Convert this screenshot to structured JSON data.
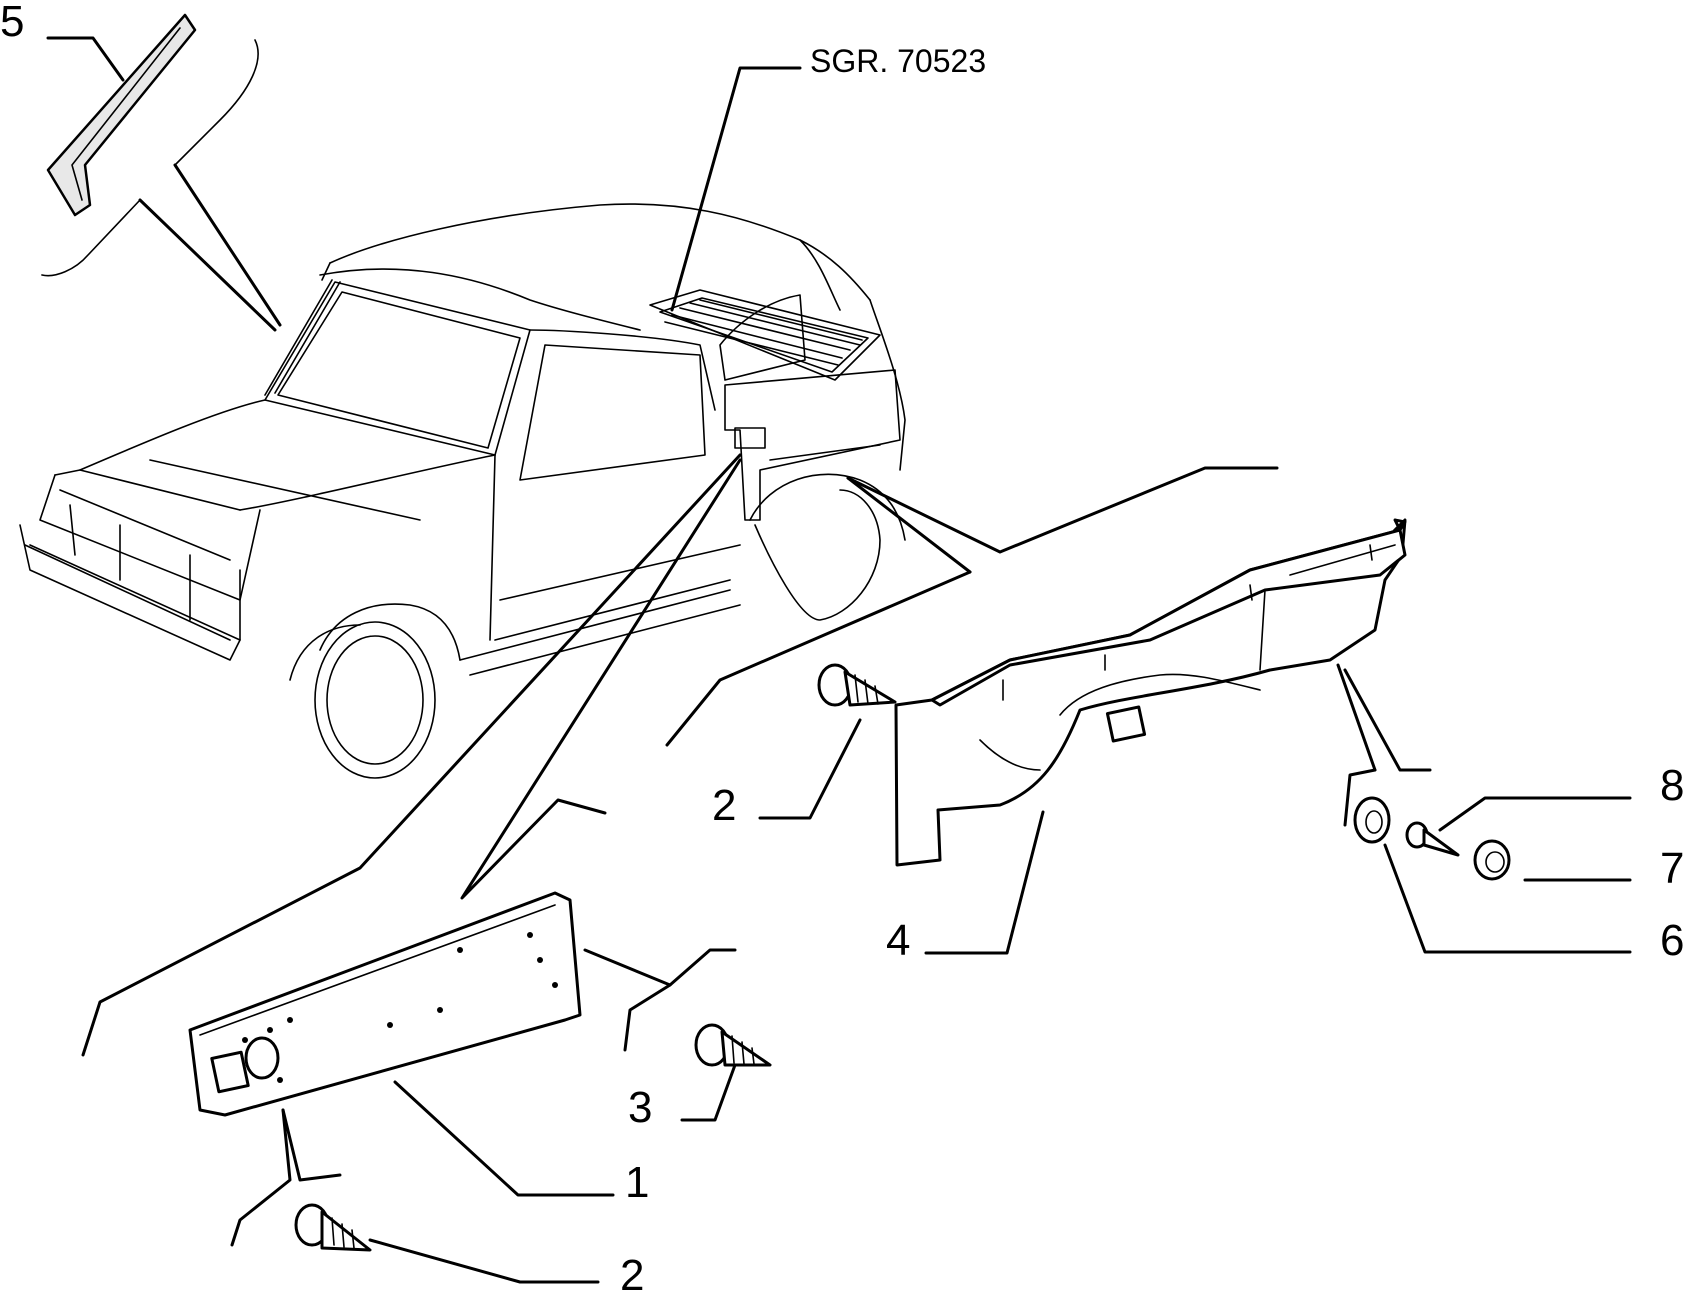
{
  "diagram": {
    "reference": "SGR. 70523",
    "callouts": [
      {
        "label": "5"
      },
      {
        "label": "2"
      },
      {
        "label": "4"
      },
      {
        "label": "8"
      },
      {
        "label": "7"
      },
      {
        "label": "6"
      },
      {
        "label": "3"
      },
      {
        "label": "1"
      },
      {
        "label": "2"
      }
    ],
    "colors": {
      "line": "#000000",
      "background": "#ffffff"
    }
  }
}
